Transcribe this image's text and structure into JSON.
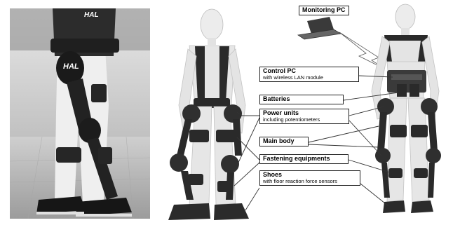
{
  "figure": {
    "photo": {
      "logo_text": "HAL",
      "background_color": "#bdbdbd"
    },
    "callouts": {
      "monitoring_pc": {
        "title": "Monitoring PC"
      },
      "control_pc": {
        "title": "Control PC",
        "subtitle": "with wireless LAN module"
      },
      "batteries": {
        "title": "Batteries"
      },
      "power_units": {
        "title": "Power units",
        "subtitle": "including potentiometers"
      },
      "main_body": {
        "title": "Main body"
      },
      "fastening": {
        "title": "Fastening equipments"
      },
      "shoes": {
        "title": "Shoes",
        "subtitle": "with floor reaction force sensors"
      }
    },
    "colors": {
      "suit": "#2a2a2a",
      "mannequin": "#e6e6e6",
      "line": "#333333"
    }
  }
}
